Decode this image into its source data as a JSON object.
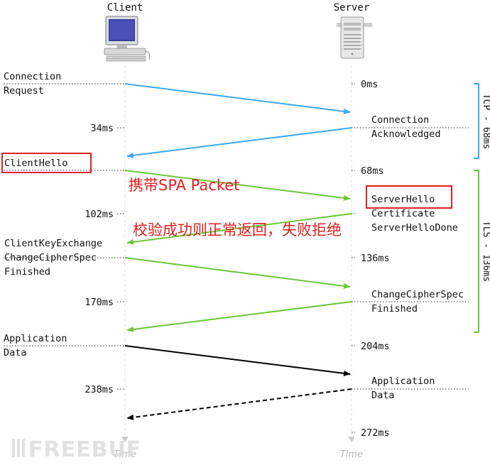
{
  "headers": {
    "client": "Client",
    "server": "Server"
  },
  "rows": [
    {
      "left": [
        "Connection",
        "Request"
      ],
      "right": [
        "0ms"
      ]
    },
    {
      "left": [
        "34ms"
      ],
      "right": [
        "Connection",
        "Acknowledged"
      ]
    },
    {
      "left": [
        "ClientHello"
      ],
      "right": [
        "68ms"
      ]
    },
    {
      "left": [
        "102ms"
      ],
      "right": [
        "ServerHello",
        "Certificate",
        "ServerHelloDone"
      ]
    },
    {
      "left": [
        "ClientKeyExchange",
        "ChangeCipherSpec",
        "Finished"
      ],
      "right": [
        "136ms"
      ]
    },
    {
      "left": [
        "170ms"
      ],
      "right": [
        "ChangeCipherSpec",
        "Finished"
      ]
    },
    {
      "left": [
        "Application",
        "Data"
      ],
      "right": [
        "204ms"
      ]
    },
    {
      "left": [
        "238ms"
      ],
      "right": [
        "Application",
        "Data"
      ]
    },
    {
      "left": [],
      "right": [
        "272ms"
      ]
    }
  ],
  "brackets": {
    "tcp": "TCP - 68ms",
    "tls": "TLS - 136ms"
  },
  "annotations": {
    "spa_packet": "携带SPA Packet",
    "verify_result": "校验成功则正常返回，失败拒绝"
  },
  "axis": {
    "time": "Time"
  },
  "watermark": "FREEBUF",
  "colors": {
    "tcp": "#3ea8f0",
    "tls": "#6cc63a",
    "app": "#000000",
    "highlight": "#e02020"
  },
  "icons": {
    "client": "computer-icon",
    "server": "server-icon"
  }
}
